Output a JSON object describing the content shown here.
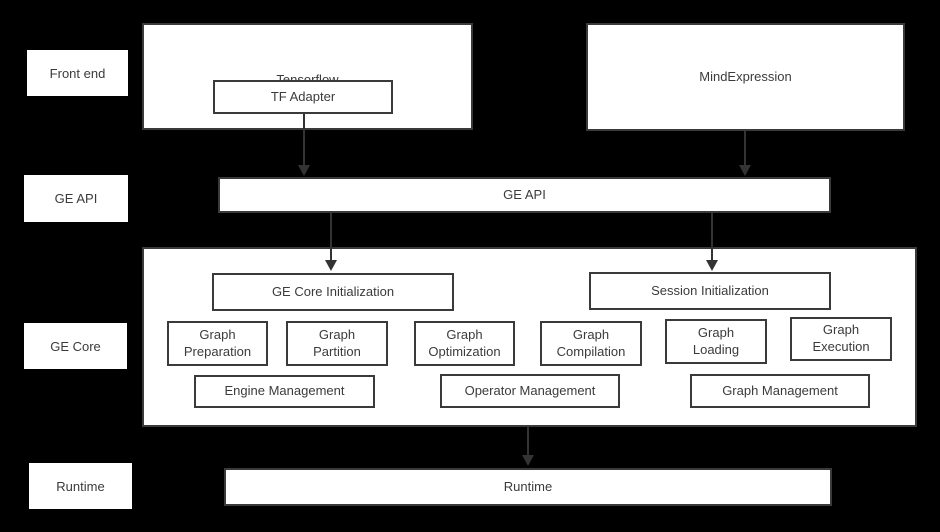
{
  "theme": {
    "background": "#000000",
    "box_fill": "#ffffff",
    "box_border": "#3a3a3a",
    "text": "#3b3b3b",
    "arrow": "#333333"
  },
  "side_labels": [
    {
      "label": "Front end"
    },
    {
      "label": "GE API"
    },
    {
      "label": "GE Core"
    },
    {
      "label": "Runtime"
    }
  ],
  "front_end": {
    "tensorflow": {
      "title": "Tensorflow",
      "adapter": "TF Adapter"
    },
    "mind_expression": {
      "title": "MindExpression"
    }
  },
  "ge_api": {
    "label": "GE API"
  },
  "ge_core": {
    "init_boxes": [
      "GE Core Initialization",
      "Session Initialization"
    ],
    "pipeline_boxes": [
      "Graph\nPreparation",
      "Graph\nPartition",
      "Graph\nOptimization",
      "Graph\nCompilation",
      "Graph\nLoading",
      "Graph\nExecution"
    ],
    "management_boxes": [
      "Engine Management",
      "Operator Management",
      "Graph Management"
    ]
  },
  "runtime": {
    "label": "Runtime"
  },
  "connections": [
    {
      "from": "TF Adapter",
      "to": "GE API"
    },
    {
      "from": "MindExpression",
      "to": "GE API"
    },
    {
      "from": "GE API",
      "to": "GE Core Initialization"
    },
    {
      "from": "GE API",
      "to": "Session Initialization"
    },
    {
      "from": "GE Core",
      "to": "Runtime"
    }
  ]
}
